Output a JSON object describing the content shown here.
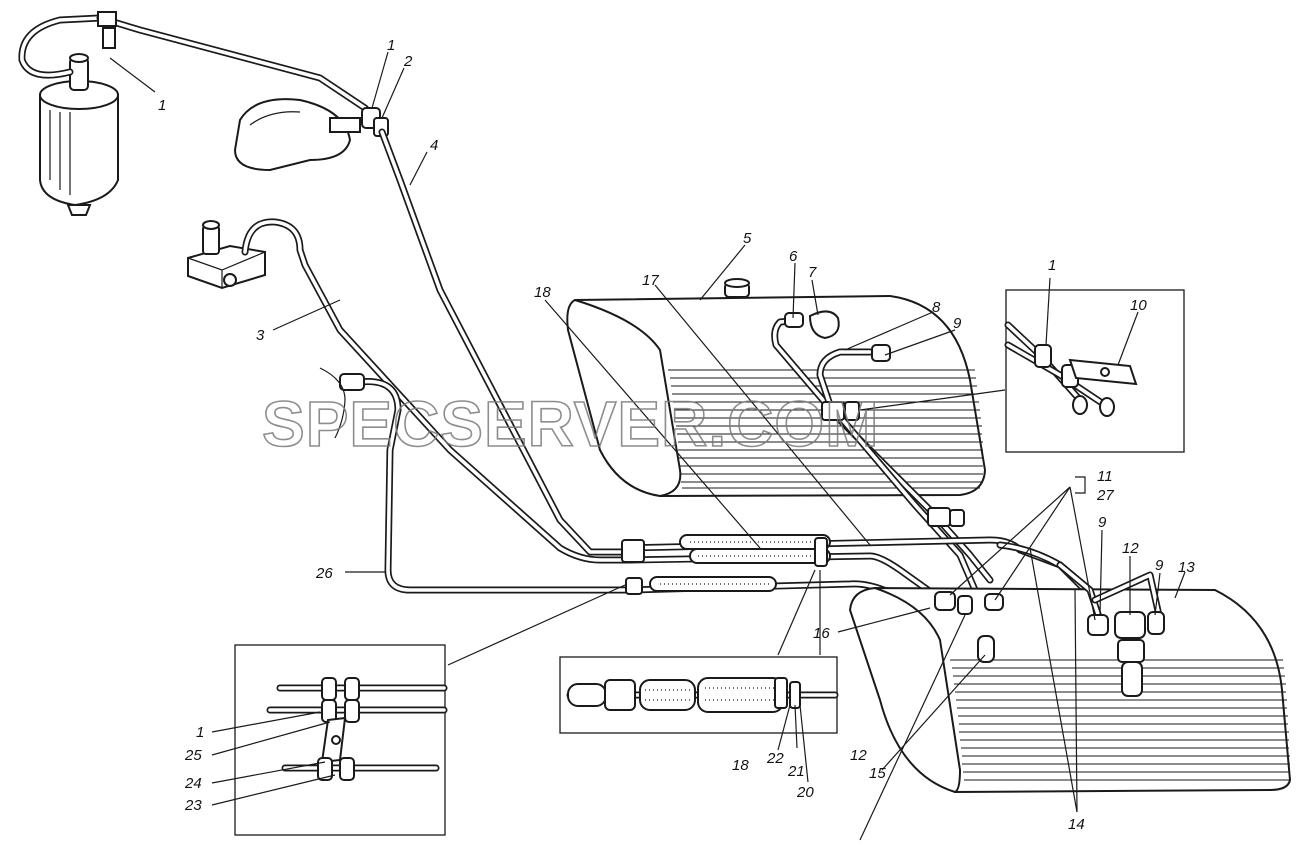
{
  "watermark": "SPECSERVER.COM",
  "labels": {
    "l1a": "1",
    "l1b": "1",
    "l2": "2",
    "l4": "4",
    "l3": "3",
    "l5": "5",
    "l6": "6",
    "l7": "7",
    "l8": "8",
    "l9a": "9",
    "l1c": "1",
    "l10": "10",
    "l17": "17",
    "l18": "18",
    "l11": "11",
    "l27": "27",
    "l9b": "9",
    "l12a": "12",
    "l9c": "9",
    "l13": "13",
    "l26": "26",
    "l16": "16",
    "l1d": "1",
    "l25": "25",
    "l24": "24",
    "l23": "23",
    "l18b": "18",
    "l22": "22",
    "l21": "21",
    "l20": "20",
    "l12b": "12",
    "l15": "15",
    "l14": "14"
  }
}
